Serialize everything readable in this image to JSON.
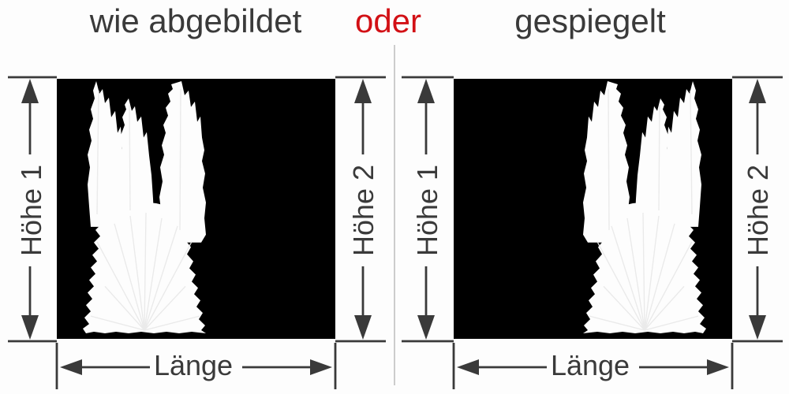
{
  "header": {
    "option_left": "wie abgebildet",
    "connector": "oder",
    "option_right": "gespiegelt"
  },
  "diagrams": [
    {
      "id": "as-shown",
      "mirrored": false,
      "motif": "grass-silhouette-white-on-black",
      "labels": {
        "height_left": "Höhe 1",
        "height_right": "Höhe 2",
        "length": "Länge"
      }
    },
    {
      "id": "mirrored",
      "mirrored": true,
      "motif": "grass-silhouette-white-on-black-flipped",
      "labels": {
        "height_left": "Höhe 1",
        "height_right": "Höhe 2",
        "length": "Länge"
      }
    }
  ],
  "colors": {
    "bg": "#fdfdfd",
    "panel": "#000000",
    "motif": "#fdfdfd",
    "dim": "#3a3a3a",
    "divider": "#cdcdcd",
    "accent": "#d21015"
  }
}
